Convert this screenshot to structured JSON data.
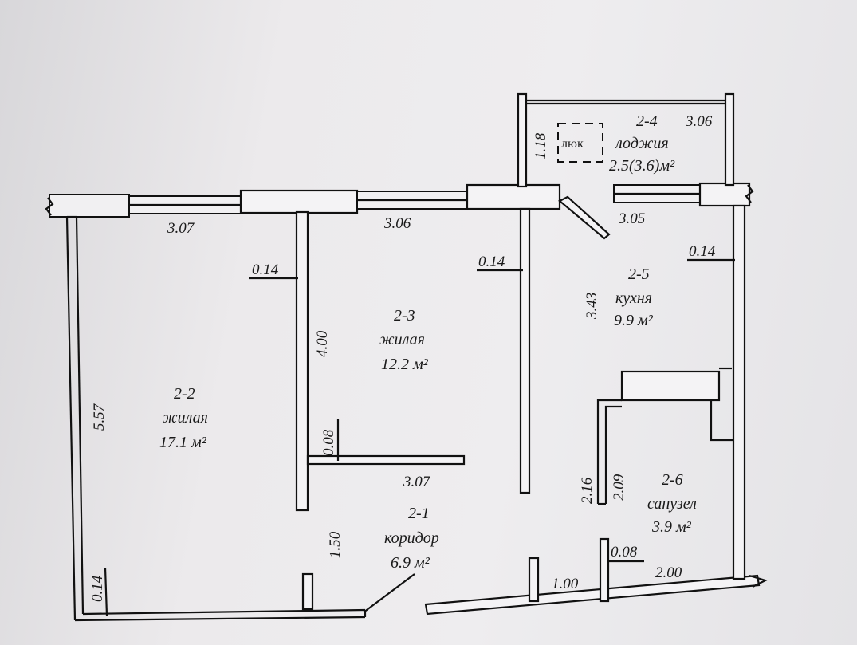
{
  "rooms": {
    "r22": {
      "id": "2-2",
      "type": "жилая",
      "area": "17.1 м²"
    },
    "r23": {
      "id": "2-3",
      "type": "жилая",
      "area": "12.2 м²"
    },
    "r24": {
      "id": "2-4",
      "type": "лоджия",
      "area": "2.5(3.6)м²"
    },
    "r25": {
      "id": "2-5",
      "type": "кухня",
      "area": "9.9 м²"
    },
    "r26": {
      "id": "2-6",
      "type": "санузел",
      "area": "3.9 м²"
    },
    "r21": {
      "id": "2-1",
      "type": "коридор",
      "area": "6.9 м²"
    }
  },
  "hatch_label": "люк",
  "dimensions": {
    "d307_top": "3.07",
    "d306_top": "3.06",
    "d305": "3.05",
    "d306_loggia": "3.06",
    "d118": "1.18",
    "d014_a": "0.14",
    "d014_b": "0.14",
    "d014_c": "0.14",
    "d014_d": "0.14",
    "d343": "3.43",
    "d400": "4.00",
    "d557": "5.57",
    "d008_a": "0.08",
    "d008_b": "0.08",
    "d307_mid": "3.07",
    "d216": "2.16",
    "d209": "2.09",
    "d150": "1.50",
    "d100": "1.00",
    "d200": "2.00"
  }
}
